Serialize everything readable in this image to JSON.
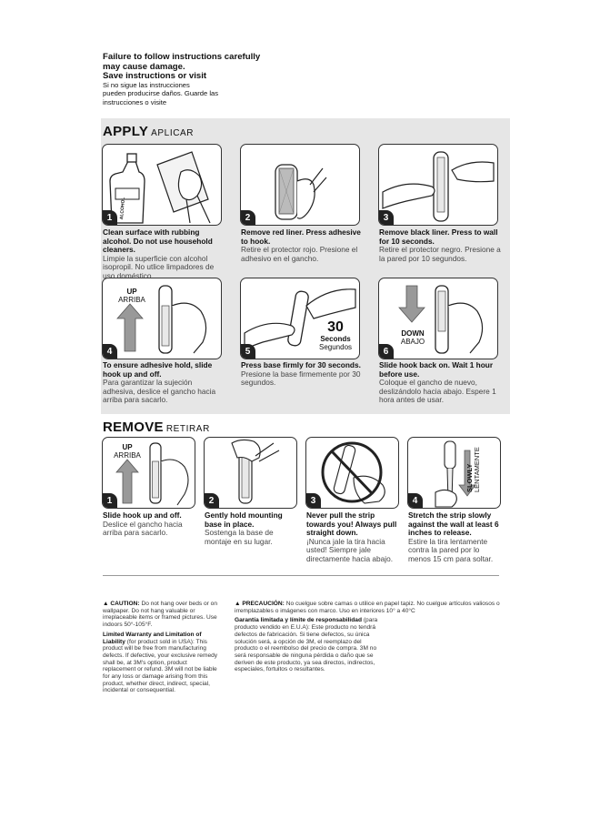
{
  "intro": {
    "bold_lines": [
      "Failure to follow instructions carefully",
      "may cause damage.",
      "Save instructions or visit"
    ],
    "spanish_lines": [
      "Si no sigue las instrucciones",
      "pueden producirse daños. Guarde las",
      "instrucciones o visite"
    ]
  },
  "apply": {
    "title": "APPLY",
    "subtitle": "APLICAR",
    "steps": [
      {
        "num": "1",
        "en": "Clean surface with rubbing alcohol. Do not use household cleaners.",
        "es": "Limpie la superficie con alcohol isopropil. No utlice limpadores de uso doméstico."
      },
      {
        "num": "2",
        "en": "Remove red liner. Press adhesive to hook.",
        "es": "Retire el protector rojo. Presione el adhesivo en el gancho."
      },
      {
        "num": "3",
        "en": "Remove black liner. Press to wall for 10 seconds.",
        "es": "Retire el protector negro. Presione a la pared por 10 segundos."
      },
      {
        "num": "4",
        "en": "To ensure adhesive hold, slide hook up and off.",
        "es": "Para garantizar la sujeción adhesiva, deslice el gancho hacia arriba para sacarlo."
      },
      {
        "num": "5",
        "en": "Press base firmly for 30 seconds.",
        "es": "Presione la base firmemente por 30 segundos."
      },
      {
        "num": "6",
        "en": "Slide hook back on. Wait 1 hour before use.",
        "es": "Coloque el gancho de nuevo, deslizándolo hacia abajo. Espere 1 hora antes de usar."
      }
    ],
    "bottle_label": "ALCOHOL",
    "up_en": "UP",
    "up_es": "ARRIBA",
    "seconds_num": "30",
    "seconds_en": "Seconds",
    "seconds_es": "Segundos",
    "down_en": "DOWN",
    "down_es": "ABAJO"
  },
  "remove": {
    "title": "REMOVE",
    "subtitle": "RETIRAR",
    "steps": [
      {
        "num": "1",
        "en": "Slide hook up and off.",
        "es": "Deslice el gancho hacia arriba para sacarlo."
      },
      {
        "num": "2",
        "en": "Gently hold mounting base in place.",
        "es": "Sostenga la base de montaje en su lugar."
      },
      {
        "num": "3",
        "en": "Never pull the strip towards you! Always pull straight down.",
        "es": "¡Nunca jale la tira hacia usted! Siempre jale directamente hacia abajo."
      },
      {
        "num": "4",
        "en": "Stretch the strip slowly against the wall at least 6 inches to release.",
        "es": "Estire la tira lentamente contra la pared por lo menos 15 cm para soltar."
      }
    ],
    "up_en": "UP",
    "up_es": "ARRIBA",
    "slowly_en": "SLOWLY",
    "slowly_es": "LENTAMENTE"
  },
  "fine_print": {
    "caution_label": "▲ CAUTION:",
    "caution_text": "Do not hang over beds or on wallpaper. Do not hang valuable or irreplaceable items or framed pictures. Use indoors 50°-105°F.",
    "warranty_label": "Limited Warranty and Limitation of Liability",
    "warranty_text": "(for product sold in USA): This product will be free from manufacturing defects. If defective, your exclusive remedy shall be, at 3M's option, product replacement or refund. 3M will not be liable for any loss or damage arising from this product, whether direct, indirect, special, incidental or consequential.",
    "precaucion_label": "▲ PRECAUCIÓN:",
    "precaucion_text": "No cuelgue sobre camas o utilice en papel tapiz. No cuelgue artículos valiosos o irremplazables o imágenes con marco. Uso en interiores 10° a 40°C",
    "garantia_label": "Garantía limitada y límite de responsabilidad",
    "garantia_text": "(para producto vendido en E.U.A): Este producto no tendrá defectos de fabricación. Si tiene defectos, su única solución será, a opción de 3M, el reemplazo del producto o el reembolso del precio de compra. 3M no será responsable de ninguna pérdida o daño que se deriven de este producto, ya sea directos, indirectos, especiales, fortuitos o resultantes."
  },
  "colors": {
    "panel_bg": "#e6e6e6",
    "ink": "#111111",
    "badge": "#222222"
  }
}
